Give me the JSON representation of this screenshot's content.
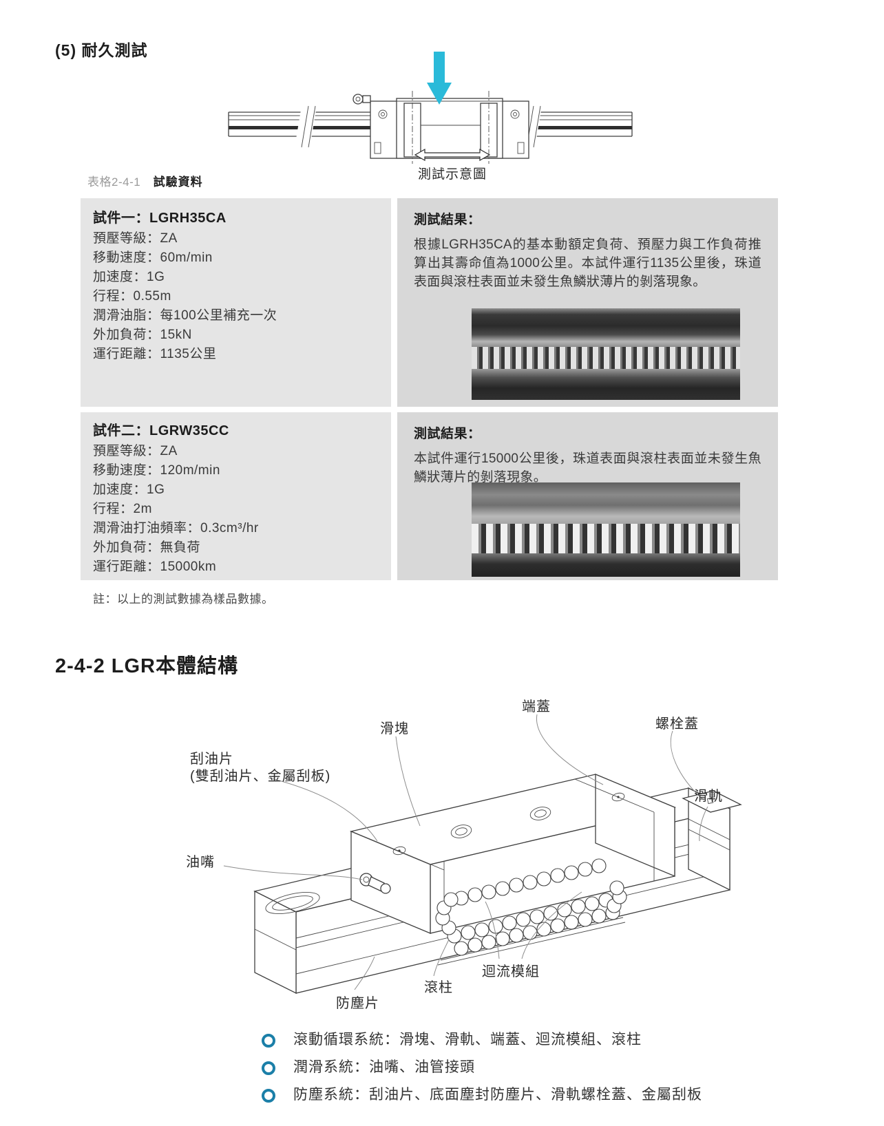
{
  "page": {
    "section5_title": "(5) 耐久測試",
    "table_label": "表格2-4-1",
    "table_title": "試驗資料",
    "diagram_caption": "測試示意圖",
    "note": "註：以上的測試數據為樣品數據。"
  },
  "test_table": {
    "rows": [
      {
        "specimen_title": "試件一：LGRH35CA",
        "specs": [
          "預壓等級：ZA",
          "移動速度：60m/min",
          "加速度：1G",
          "行程：0.55m",
          "潤滑油脂：每100公里補充一次",
          "外加負荷：15kN",
          "運行距離：1135公里"
        ],
        "result_title": "測試結果：",
        "result_text": "根據LGRH35CA的基本動額定負荷、預壓力與工作負荷推算出其壽命值為1000公里。本試件運行1135公里後，珠道表面與滾柱表面並未發生魚鱗狀薄片的剝落現象。"
      },
      {
        "specimen_title": "試件二：LGRW35CC",
        "specs": [
          "預壓等級：ZA",
          "移動速度：120m/min",
          "加速度：1G",
          "行程：2m",
          "潤滑油打油頻率：0.3cm³/hr",
          "外加負荷：無負荷",
          "運行距離：15000km"
        ],
        "result_title": "測試結果：",
        "result_text": "本試件運行15000公里後，珠道表面與滾柱表面並未發生魚鱗狀薄片的剝落現象。"
      }
    ]
  },
  "structure": {
    "title": "2-4-2 LGR本體結構",
    "labels": {
      "slider": "滑塊",
      "end_cap": "端蓋",
      "bolt_cover": "螺栓蓋",
      "wiper_line1": "刮油片",
      "wiper_line2": "(雙刮油片、金屬刮板)",
      "rail": "滑軌",
      "grease_nipple": "油嘴",
      "recirculation_module": "迴流模組",
      "roller": "滾柱",
      "dust_plate": "防塵片"
    },
    "systems": [
      "滾動循環系統：滑塊、滑軌、端蓋、迴流模組、滾柱",
      "潤滑系統：油嘴、油管接頭",
      "防塵系統：刮油片、底面塵封防塵片、滑軌螺栓蓋、金屬刮板"
    ]
  },
  "colors": {
    "load_arrow": "#2ABAD9",
    "bullet_ring": "#1B7FA8",
    "cell_bg_left": "#E5E5E5",
    "cell_bg_right": "#D8D8D8"
  }
}
